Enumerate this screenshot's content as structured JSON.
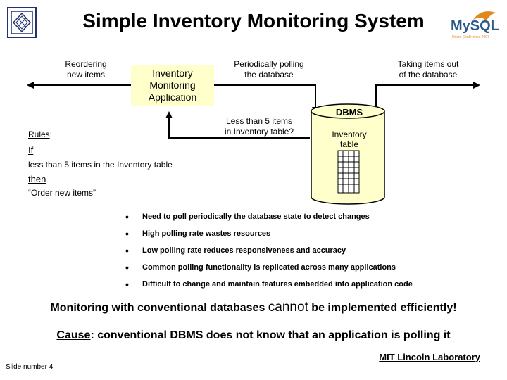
{
  "header": {
    "title": "Simple Inventory Monitoring System",
    "logo_right": "MySQL",
    "logo_right_sub": "Users Conference 2007"
  },
  "diagram": {
    "reorder_label_1": "Reordering",
    "reorder_label_2": "new items",
    "app_line_1": "Inventory",
    "app_line_2": "Monitoring",
    "app_line_3": "Application",
    "poll_label_1": "Periodically polling",
    "poll_label_2": "the database",
    "taking_label_1": "Taking items out",
    "taking_label_2": "of the database",
    "query_label_1": "Less than 5 items",
    "query_label_2": "in Inventory table?",
    "dbms_label": "DBMS",
    "inventory_table_1": "Inventory",
    "inventory_table_2": "table"
  },
  "rules": {
    "heading": "Rules",
    "heading_suffix": ":",
    "if": "If",
    "condition": "less than 5 items in the Inventory table",
    "then": "then",
    "action": "“Order new items”"
  },
  "bullets": [
    "Need to poll periodically the database state to detect changes",
    "High polling rate wastes resources",
    "Low polling rate reduces responsiveness and accuracy",
    "Common polling functionality is replicated across many applications",
    "Difficult to change and maintain features embedded into application code"
  ],
  "conclusion": {
    "part1": "Monitoring with conventional databases ",
    "cannot": "cannot",
    "part2": " be implemented efficiently!"
  },
  "cause": {
    "label": "Cause",
    "text": ": conventional DBMS does not know that an application is polling it"
  },
  "footer": {
    "lab": "MIT Lincoln Laboratory",
    "slide": "Slide number 4"
  },
  "colors": {
    "app_fill": "#ffffcc",
    "dbms_fill": "#ffffcc",
    "logo_blue": "#2a5a8a",
    "logo_orange": "#e08a1e"
  }
}
